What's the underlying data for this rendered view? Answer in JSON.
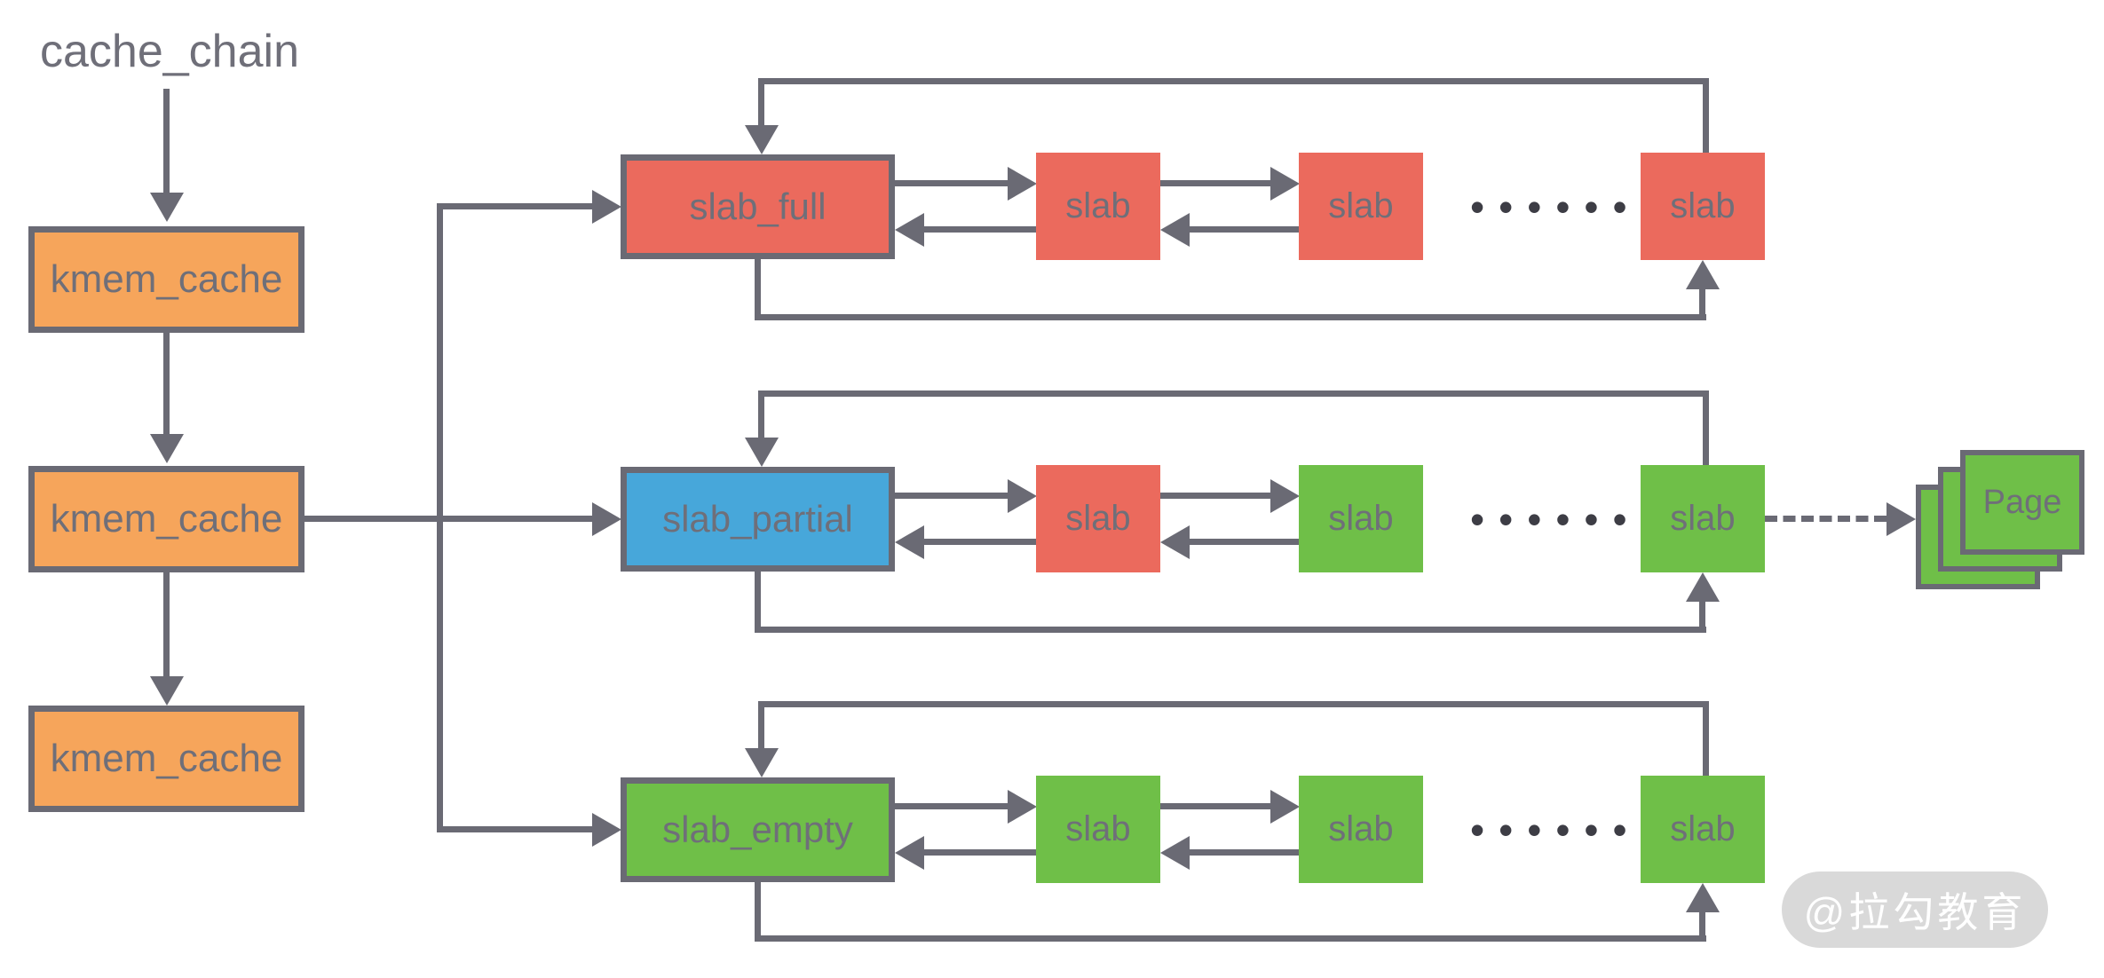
{
  "title": "cache_chain",
  "colors": {
    "orange": "#F6A55B",
    "red": "#EB6A5D",
    "blue": "#47A7DA",
    "green": "#6FBF48",
    "line": "#6A6A74",
    "label": "#6F6F79",
    "dots": "#3D3D45",
    "watermark_bg": "#D9D9D9",
    "watermark_text": "#FFFFFF",
    "background": "#FFFFFF"
  },
  "cache_chain_column": {
    "boxes": [
      {
        "label": "kmem_cache",
        "color": "orange"
      },
      {
        "label": "kmem_cache",
        "color": "orange"
      },
      {
        "label": "kmem_cache",
        "color": "orange"
      }
    ]
  },
  "rows": [
    {
      "head": {
        "label": "slab_full",
        "color": "red"
      },
      "slabs": [
        {
          "label": "slab",
          "color": "red"
        },
        {
          "label": "slab",
          "color": "red"
        },
        {
          "label": "slab",
          "color": "red"
        }
      ],
      "ellipsis": "••••••"
    },
    {
      "head": {
        "label": "slab_partial",
        "color": "blue"
      },
      "slabs": [
        {
          "label": "slab",
          "color": "red"
        },
        {
          "label": "slab",
          "color": "green"
        },
        {
          "label": "slab",
          "color": "green"
        }
      ],
      "ellipsis": "••••••"
    },
    {
      "head": {
        "label": "slab_empty",
        "color": "green"
      },
      "slabs": [
        {
          "label": "slab",
          "color": "green"
        },
        {
          "label": "slab",
          "color": "green"
        },
        {
          "label": "slab",
          "color": "green"
        }
      ],
      "ellipsis": "••••••"
    }
  ],
  "page_stack": {
    "label": "Page",
    "color": "green",
    "card_count": 3
  },
  "watermark": {
    "text": "@拉勾教育"
  }
}
